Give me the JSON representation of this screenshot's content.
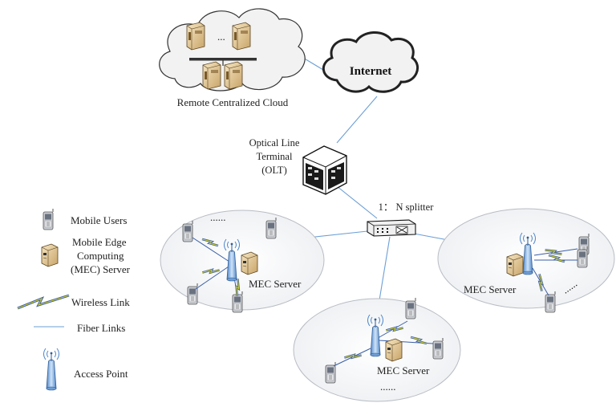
{
  "labels": {
    "remote_cloud": "Remote Centralized Cloud",
    "internet": "Internet",
    "olt_line1": "Optical Line",
    "olt_line2": "Terminal",
    "olt_line3": "(OLT)",
    "splitter": "1： N splitter",
    "server_ellipsis": "...",
    "mec_server_left": "MEC Server",
    "mec_server_right": "MEC Server",
    "mec_server_bottom": "MEC Server",
    "dots_left": "......",
    "dots_right": "......",
    "dots_bottom": "......"
  },
  "legend": {
    "mobile_users": "Mobile Users",
    "mec_line1": "Mobile Edge",
    "mec_line2": "Computing",
    "mec_line3": "(MEC) Server",
    "wireless_link": "Wireless Link",
    "fiber_links": "Fiber Links",
    "access_point": "Access Point"
  },
  "colors": {
    "fiber": "#6d9fd6",
    "wireless": "#3b5fa8",
    "wireless_accent": "#d8d21a",
    "cloud_fill": "#f2f2f2",
    "cell_fill": "#f7f8fa",
    "server_fill": "#e9d3a6",
    "antenna": "#6aa2e0"
  },
  "icons": [
    "server-rack-icon",
    "cloud-icon",
    "olt-icon",
    "splitter-icon",
    "access-point-icon",
    "mobile-phone-icon",
    "mec-server-icon",
    "lightning-link-icon"
  ]
}
